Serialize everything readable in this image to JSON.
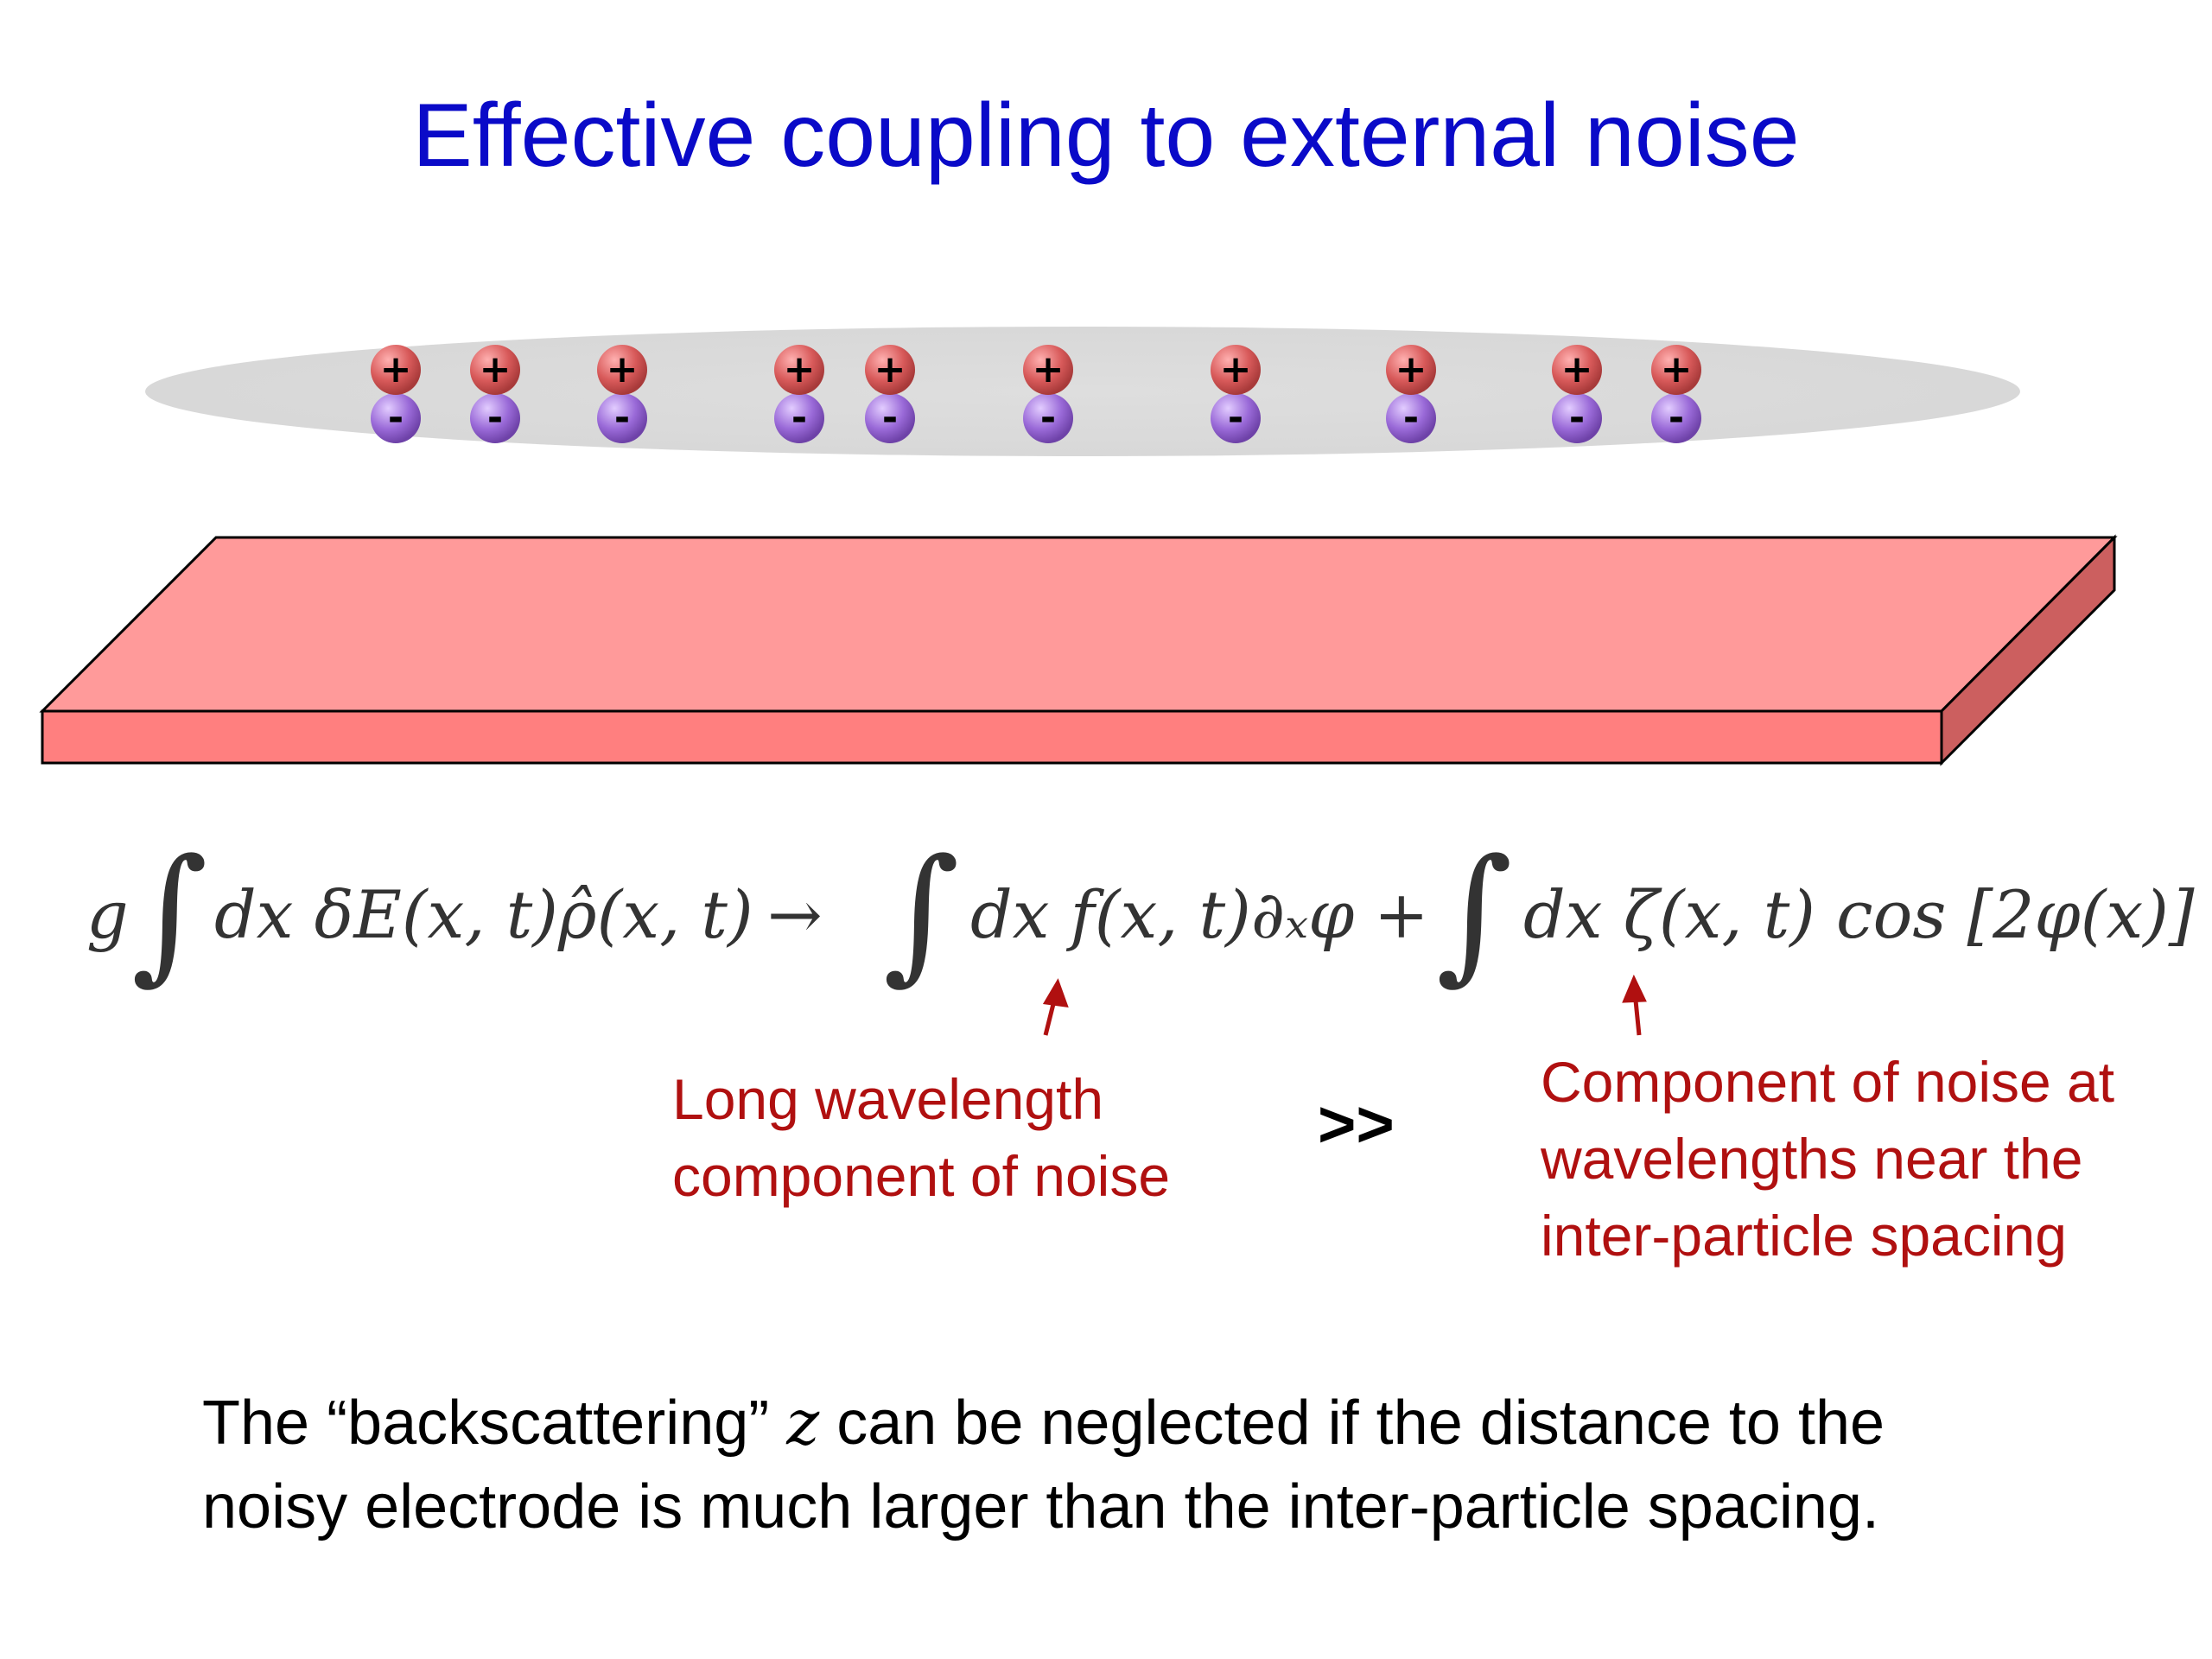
{
  "title": "Effective coupling to external noise",
  "charge_pairs": {
    "count": 10,
    "positive_label": "+",
    "negative_label": "-",
    "positive_color": "#d85a5a",
    "negative_color": "#9a6ad8"
  },
  "colors": {
    "title": "#0a0ac8",
    "annotation": "#b01010",
    "electrode_top": "#ff9a9a",
    "electrode_front": "#ff7f7f",
    "electrode_side": "#cc5f5f",
    "cloud": "#dcdcdc"
  },
  "equation": {
    "lhs_g": "g",
    "lhs_integrand": "dx δE(x, t)ρ̂(x, t)",
    "arrow": "→",
    "term1": "dx f(x, t)∂ₓφ",
    "plus": "+",
    "term2": "dx  ζ(x, t) cos [2φ(x)]"
  },
  "annotations": {
    "left_line1": "Long wavelength",
    "left_line2": "component of noise",
    "comparator": ">>",
    "right_line1": "Component of noise at",
    "right_line2": "wavelengths near the",
    "right_line3": "inter-particle spacing"
  },
  "footer": {
    "line1_before": "The “backscattering” ",
    "line1_var": "z",
    "line1_after": " can be neglected if the distance to the",
    "line2": "noisy electrode is much larger than the inter-particle spacing."
  }
}
